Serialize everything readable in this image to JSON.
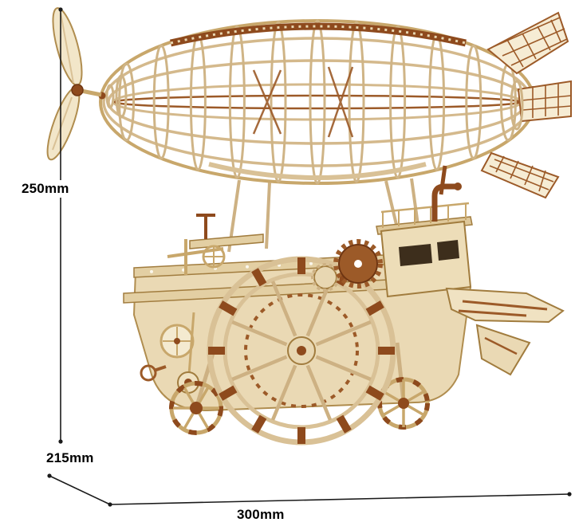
{
  "dimension_labels": {
    "height": "250mm",
    "depth": "215mm",
    "width": "300mm"
  },
  "illustration": {
    "subject": "wooden-mechanical-airship-model",
    "parts": [
      "propeller",
      "airship-envelope",
      "top-walkway",
      "tail-fins",
      "suspension-struts",
      "gondola-vehicle",
      "paddle-wheel",
      "drive-gear",
      "front-wheel",
      "rear-wheel",
      "rudder-fin",
      "cabin",
      "exhaust-pipe",
      "pendulum",
      "dial-gauge"
    ]
  },
  "colors": {
    "background": "#ffffff",
    "wood_light": "#f2e7cb",
    "wood_tan": "#d9c196",
    "wood_outline": "#a8824a",
    "wood_brown": "#8e4a1d",
    "wood_brown_dark": "#6e3512",
    "window_dark": "#3d2e1c",
    "dimension_line": "#1a1a1a"
  }
}
